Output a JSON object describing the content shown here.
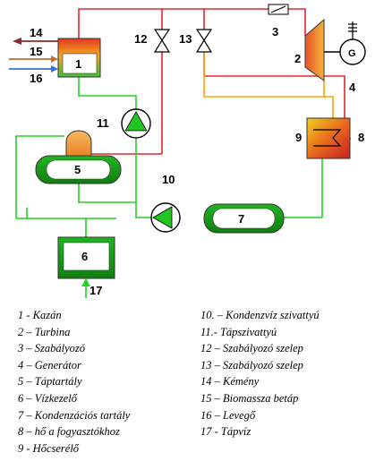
{
  "diagram": {
    "numbers": {
      "n1": "1",
      "n2": "2",
      "n3": "3",
      "n4": "4",
      "n5": "5",
      "n6": "6",
      "n7": "7",
      "n8": "8",
      "n9": "9",
      "n10": "10",
      "n11": "11",
      "n12": "12",
      "n13": "13",
      "n14": "14",
      "n15": "15",
      "n16": "16",
      "n17": "17"
    },
    "generator_symbol": "G",
    "colors": {
      "steam": "#e8262a",
      "water": "#00cc00",
      "exhaust": "#ffa500",
      "air": "#3a6fe0",
      "fuel": "#c26a3a",
      "heat_out": "#8b2a2a"
    }
  },
  "legend": {
    "left": [
      "1 - Kazán",
      "2 – Turbina",
      "3 – Szabályozó",
      "4 – Generátor",
      "5 – Táptartály",
      "6 – Vízkezelő",
      "7 – Kondenzációs tartály",
      "8 – hő a fogyasztókhoz",
      "9 - Hőcserélő"
    ],
    "right": [
      "10. – Kondenzvíz szivattyú",
      "11.- Tápszivattyú",
      "12 – Szabályozó szelep",
      "13 – Szabályozó szelep",
      "14 – Kémény",
      "15 – Biomassza betáp",
      "16 – Levegő",
      "17 - Tápvíz"
    ]
  }
}
